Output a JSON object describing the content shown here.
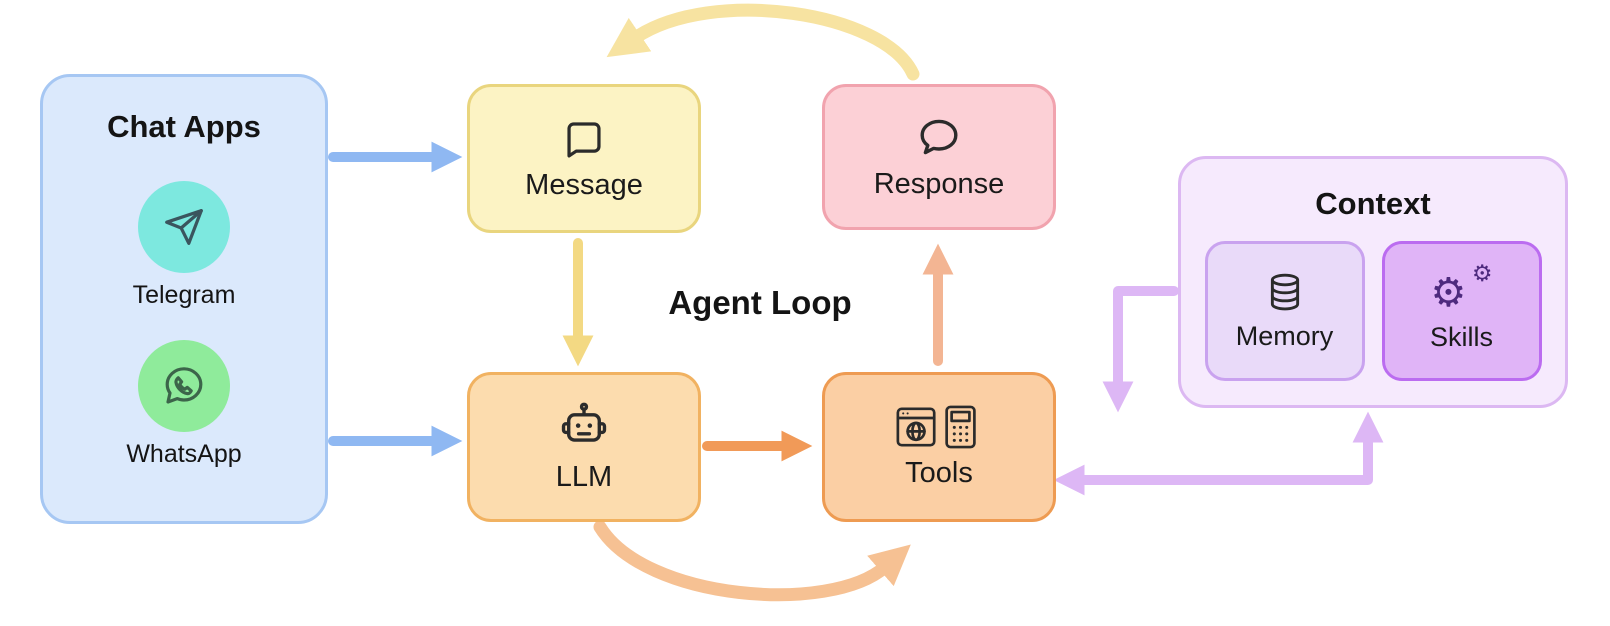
{
  "diagram": {
    "center_label": "Agent Loop",
    "chat_apps": {
      "title": "Chat Apps",
      "fill": "#dbe9fc",
      "border": "#a6c7f3",
      "apps": [
        {
          "name": "Telegram",
          "icon": "telegram-paper-plane-icon",
          "circle_color": "#7de8df"
        },
        {
          "name": "WhatsApp",
          "icon": "whatsapp-phone-icon",
          "circle_color": "#8feb9b"
        }
      ]
    },
    "nodes": {
      "message": {
        "label": "Message",
        "icon": "speech-bubble-square-icon",
        "fill": "#fcf3c4",
        "border": "#e9d57e"
      },
      "response": {
        "label": "Response",
        "icon": "speech-bubble-round-icon",
        "fill": "#fcd0d6",
        "border": "#f1a3ae"
      },
      "llm": {
        "label": "LLM",
        "icon": "robot-icon",
        "fill": "#fcdcae",
        "border": "#f1b261"
      },
      "tools": {
        "label": "Tools",
        "icon": "browser-calculator-icon",
        "fill": "#fbcfa4",
        "border": "#ee9b52"
      }
    },
    "context": {
      "title": "Context",
      "fill": "#f6eafd",
      "border": "#dcb8f2",
      "children": {
        "memory": {
          "label": "Memory",
          "icon": "database-icon",
          "fill": "#e9daf9",
          "border": "#c9a2ef"
        },
        "skills": {
          "label": "Skills",
          "icon": "gears-icon",
          "fill": "#e0b4f7",
          "border": "#bb6cf0"
        }
      }
    },
    "arrows": [
      {
        "from": "chat-apps",
        "to": "message",
        "color": "#8fb8f2",
        "style": "straight"
      },
      {
        "from": "chat-apps",
        "to": "llm",
        "color": "#8fb8f2",
        "style": "straight"
      },
      {
        "from": "message",
        "to": "llm",
        "color": "#f3d983",
        "style": "straight"
      },
      {
        "from": "llm",
        "to": "tools",
        "color": "#f19a58",
        "style": "straight"
      },
      {
        "from": "tools",
        "to": "response",
        "color": "#f3b593",
        "style": "straight"
      },
      {
        "from": "response",
        "to": "message",
        "color": "#f7e3a1",
        "style": "curved-top"
      },
      {
        "from": "llm",
        "to": "tools",
        "color": "#f6c193",
        "style": "curved-bottom"
      },
      {
        "from": "context",
        "to": "tools",
        "color": "#ddb7f5",
        "style": "elbow-down"
      },
      {
        "from": "tools",
        "to": "context",
        "color": "#ddb7f5",
        "style": "elbow-bidirectional"
      }
    ]
  },
  "icons": {
    "gear_glyph": "⚙"
  }
}
